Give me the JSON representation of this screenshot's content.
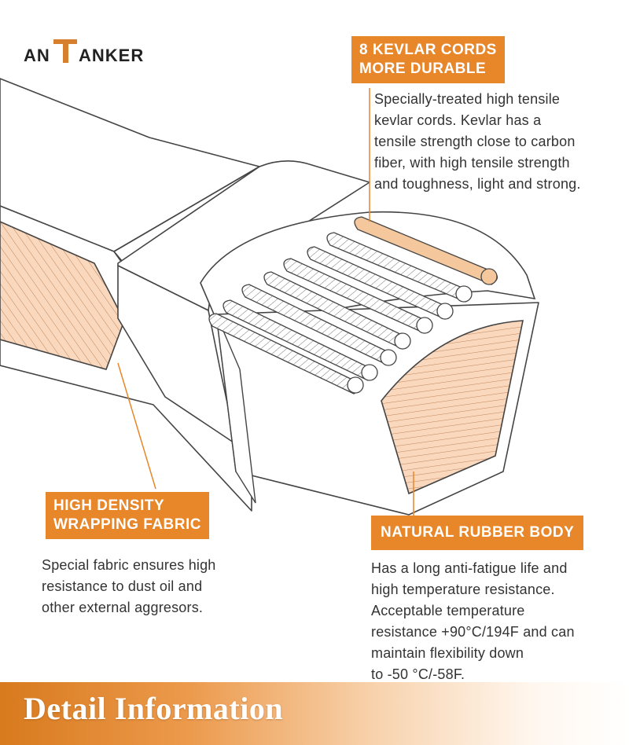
{
  "brand": {
    "logo_text": "ANTANKER"
  },
  "callouts": {
    "kevlar": {
      "title": [
        "8 KEVLAR CORDS",
        "MORE DURABLE"
      ],
      "description": [
        "Specially-treated high tensile",
        "kevlar cords. Kevlar has a",
        "tensile strength close to carbon",
        "fiber, with high tensile strength",
        "and toughness, light and strong."
      ]
    },
    "fabric": {
      "title": [
        "HIGH DENSITY",
        "WRAPPING FABRIC"
      ],
      "description": [
        "Special fabric ensures high",
        "resistance to dust oil and",
        "other external aggresors."
      ]
    },
    "rubber": {
      "title": [
        "NATURAL RUBBER BODY"
      ],
      "description": [
        "Has a long anti-fatigue life and",
        "high temperature resistance.",
        "Acceptable temperature",
        "resistance +90°C/194F and can",
        "maintain flexibility down",
        "to -50 °C/-58F."
      ]
    }
  },
  "footer": {
    "title": "Detail Information"
  },
  "colors": {
    "accent": "#e8862a",
    "fabric_fill": "#f9d8bd",
    "line": "#444444",
    "text": "#333333"
  },
  "illustration": {
    "subject": "v-belt-cross-section",
    "cord_count": 8
  }
}
